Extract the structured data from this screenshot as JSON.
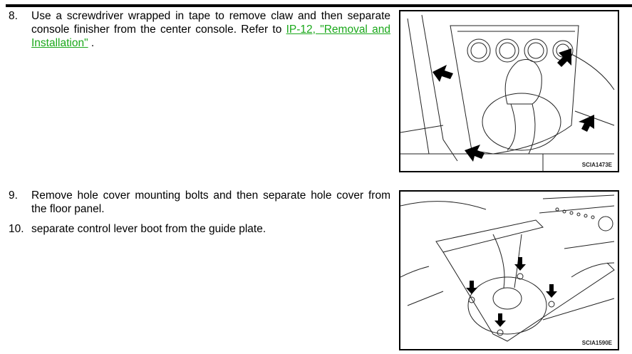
{
  "steps": [
    {
      "number": "8.",
      "text": "Use a screwdriver wrapped in tape to remove claw and then separate console finisher from the center console. Refer to ",
      "link": "IP-12, \"Removal and Installation\"",
      "after": " ."
    },
    {
      "number": "9.",
      "text": "Remove hole cover mounting bolts and then separate hole cover from the floor panel."
    },
    {
      "number": "10.",
      "text": "separate control lever boot from the guide plate."
    }
  ],
  "figures": [
    {
      "code": "SCIA1473E"
    },
    {
      "code": "SCIA1590E"
    }
  ],
  "colors": {
    "link": "#1aa81a"
  }
}
